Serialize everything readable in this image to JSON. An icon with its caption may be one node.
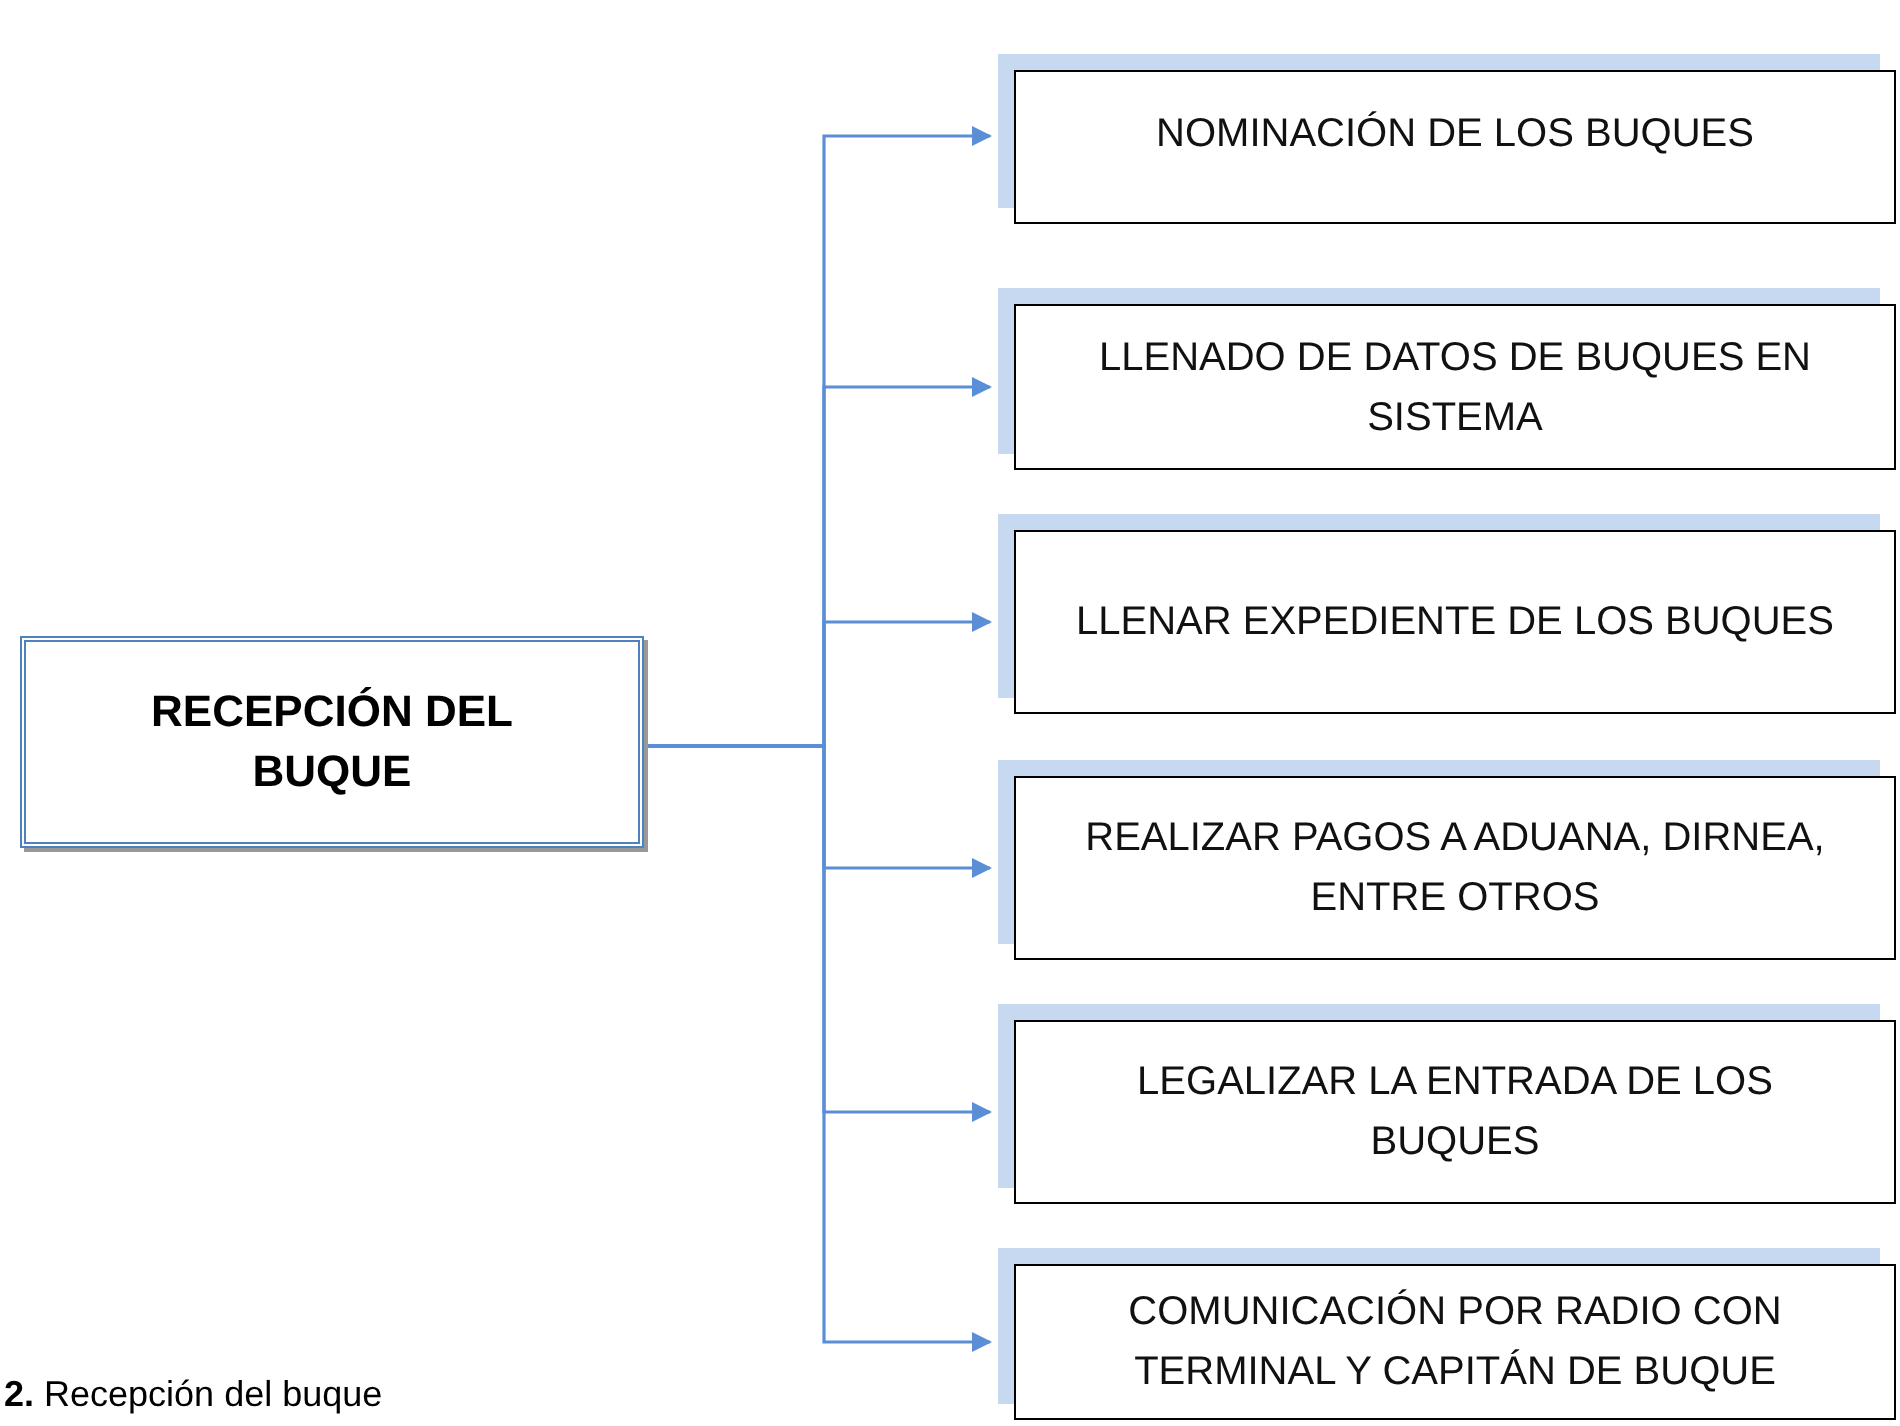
{
  "diagram": {
    "caption": "**2.** Recepción del buque",
    "nodes": [
      {
        "text": [
          "RECEPCIÓN DEL BUQUE"
        ]
      },
      {
        "text": [
          "NOMINACIÓN DE LOS BUQUES"
        ]
      },
      {
        "text": [
          "LLENADO DE DATOS DE BUQUES EN SISTEMA"
        ]
      },
      {
        "text": [
          "LLENAR EXPEDIENTE DE LOS BUQUES"
        ]
      },
      {
        "text": [
          "REALIZAR PAGOS A ADUANA, DIRNEA, ENTRE OTROS"
        ]
      },
      {
        "text": [
          "LEGALIZAR LA ENTRADA DE LOS BUQUES"
        ]
      },
      {
        "text": [
          "COMUNICACIÓN POR RADIO CON TERMINAL Y CAPITÁN DE BUQUE"
        ]
      }
    ],
    "edges": [
      {
        "from": 0,
        "to": 1,
        "arrow": "to"
      },
      {
        "from": 0,
        "to": 2,
        "arrow": "to"
      },
      {
        "from": 0,
        "to": 3,
        "arrow": "to"
      },
      {
        "from": 0,
        "to": 4,
        "arrow": "to"
      },
      {
        "from": 0,
        "to": 5,
        "arrow": "to"
      },
      {
        "from": 0,
        "to": 6,
        "arrow": "to"
      }
    ]
  }
}
